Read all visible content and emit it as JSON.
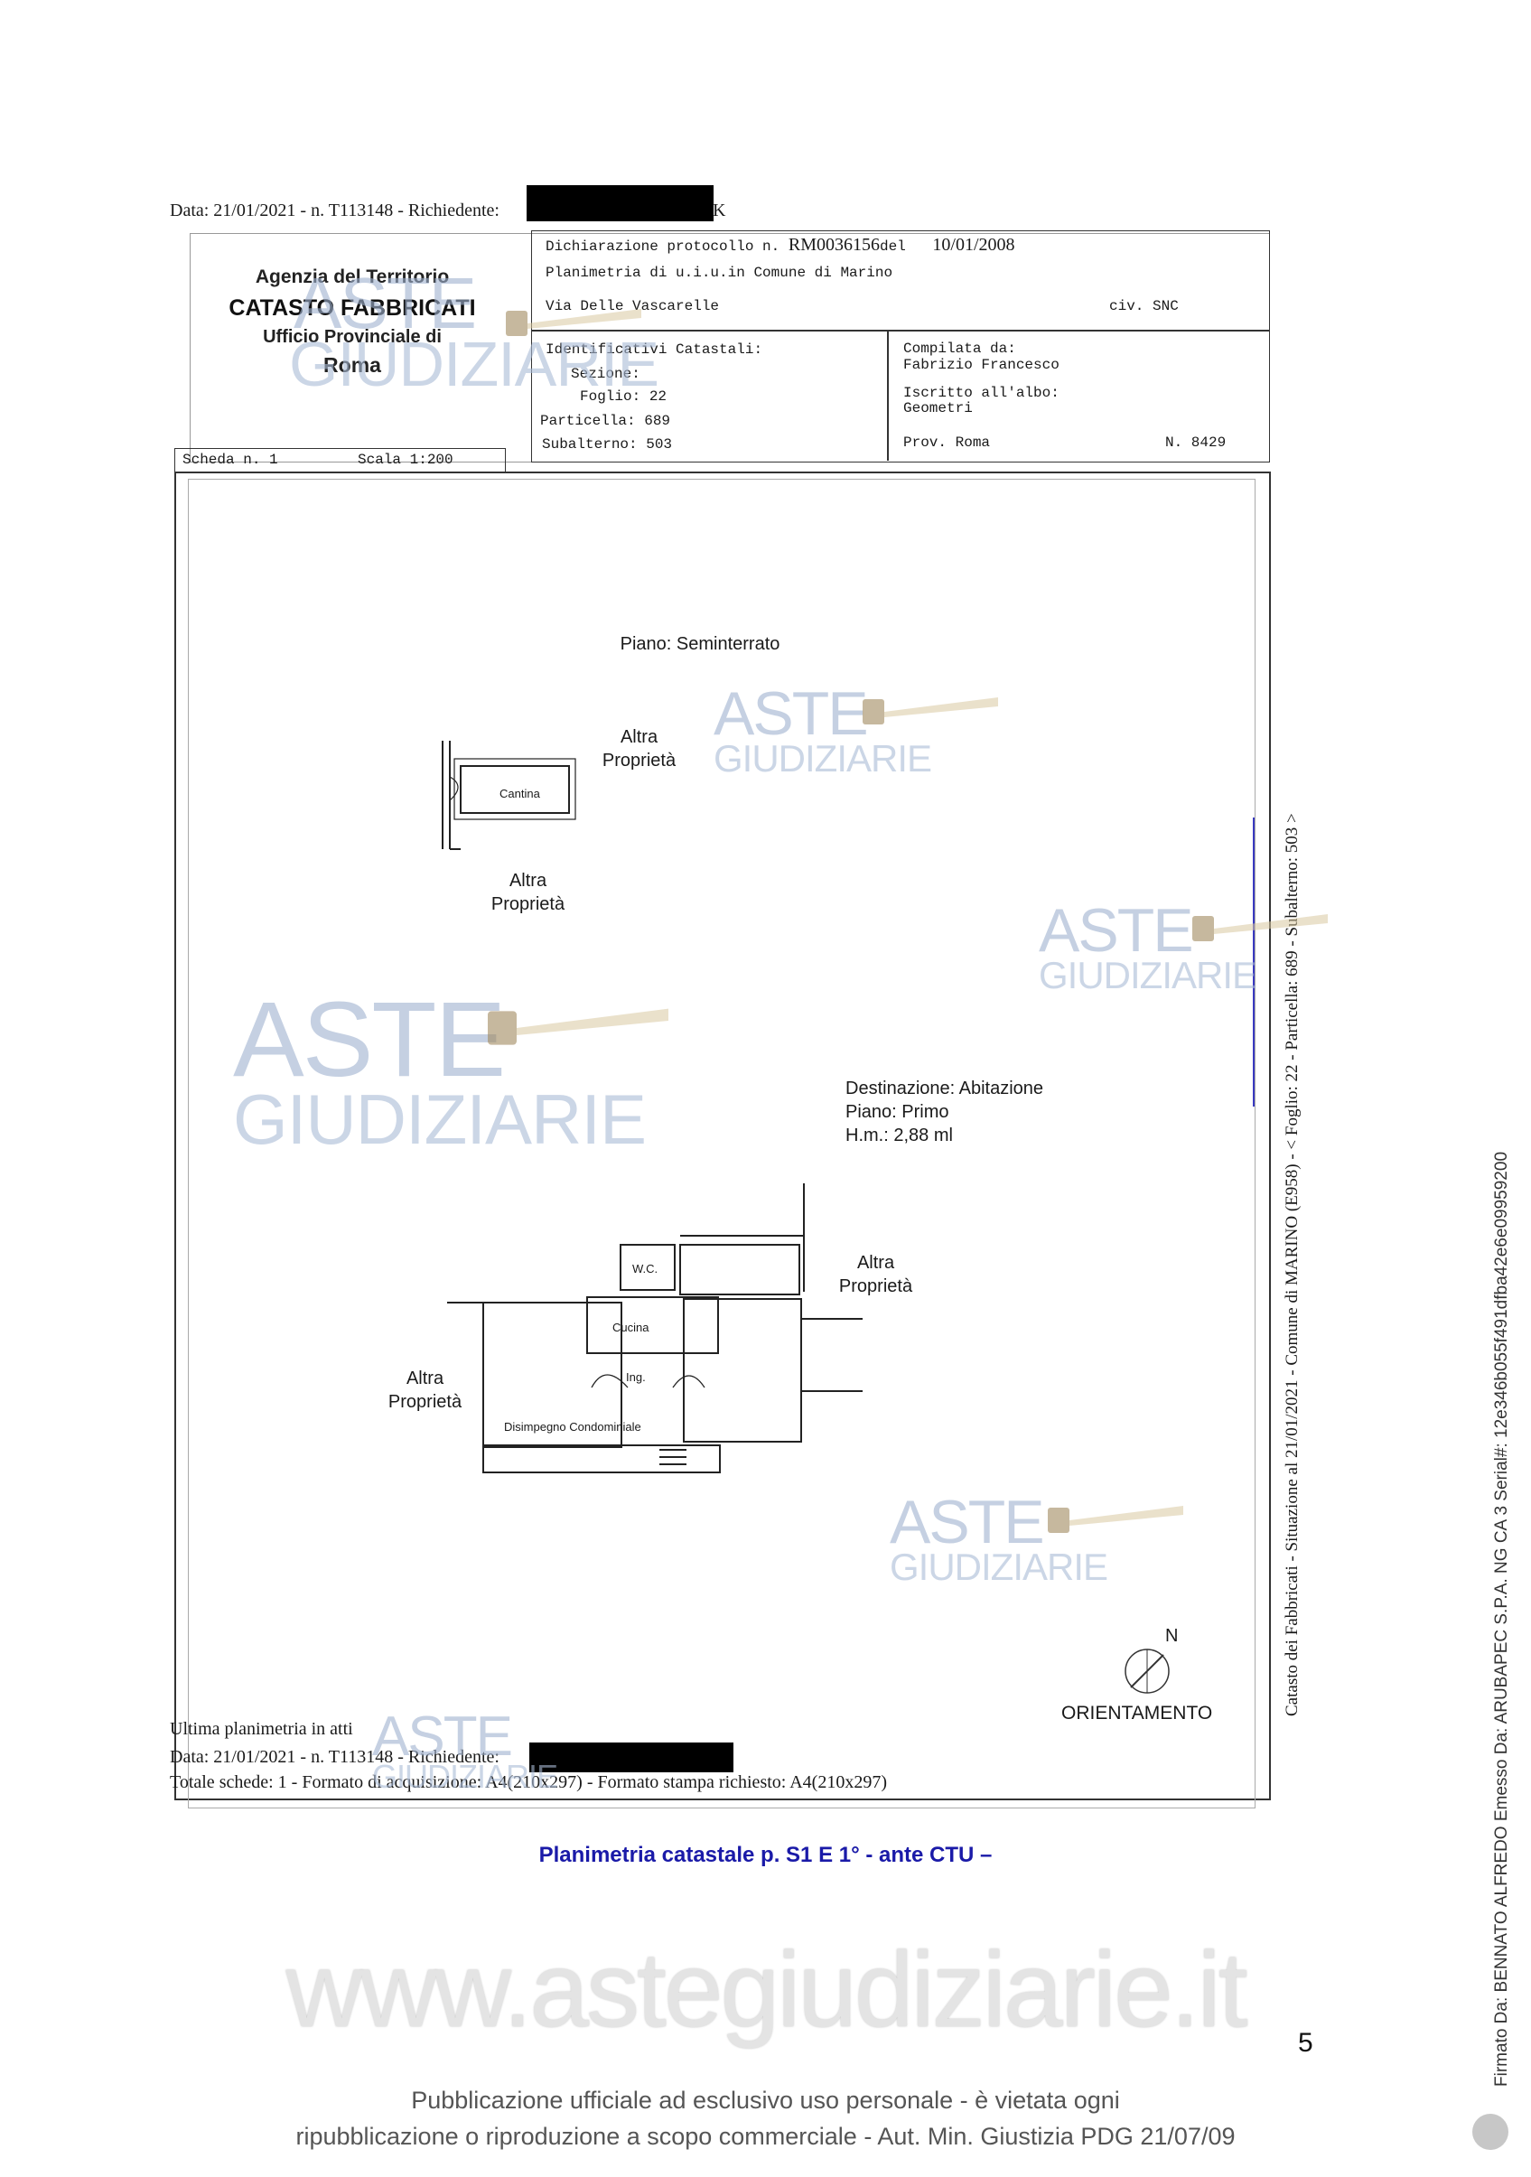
{
  "header_line": "Data: 21/01/2021 - n. T113148 - Richiedente:",
  "header_tail": "K",
  "agency": {
    "line1": "Agenzia del Territorio",
    "line2": "CATASTO FABBRICATI",
    "line3": "Ufficio Provinciale di",
    "line4": "Roma"
  },
  "declaration": {
    "protocol_label": "Dichiarazione protocollo n.",
    "protocol_number": "RM0036156",
    "del_label": "del",
    "date": "10/01/2008",
    "planimetria": "Planimetria di u.i.u.in Comune di Marino",
    "address": "Via Delle Vascarelle",
    "civ": "civ. SNC"
  },
  "identifiers": {
    "title": "Identificativi Catastali:",
    "sezione": "Sezione:",
    "foglio": "Foglio: 22",
    "particella": "Particella: 689",
    "subalterno": "Subalterno: 503"
  },
  "compiler": {
    "label": "Compilata da:",
    "name": "Fabrizio Francesco",
    "albo_label": "Iscritto all'albo:",
    "albo": "Geometri",
    "prov": "Prov. Roma",
    "number": "N.  8429"
  },
  "scheda": "Scheda n. 1",
  "scala": "Scala 1:200",
  "plan": {
    "piano_seminterrato": "Piano: Seminterrato",
    "altra1": "Altra\nProprietà",
    "cantina": "Cantina",
    "destinazione": "Destinazione: Abitazione",
    "piano_primo": "Piano: Primo",
    "hm": "H.m.: 2,88 ml",
    "wc": "W.C.",
    "cucina": "Cucina",
    "ing": "Ing.",
    "disimpegno": "Disimpegno Condominiale",
    "north": "N",
    "orientamento": "ORIENTAMENTO"
  },
  "altra_proprieta": "Altra",
  "proprieta": "Proprietà",
  "side_text": "Catasto dei Fabbricati - Situazione al 21/01/2021 - Comune di MARINO (E958) - < Foglio: 22 - Particella: 689 - Subalterno: 503 >",
  "bottom_block": {
    "line1": "Ultima planimetria in atti",
    "line2": "Data: 21/01/2021 - n. T113148 - Richiedente:",
    "line3": "Totale schede: 1 - Formato di acquisizione: A4(210x297)  - Formato stampa richiesto: A4(210x297)"
  },
  "caption": "Planimetria catastale p. S1 E 1° - ante CTU –",
  "website": "www.astegiudiziarie.it",
  "page_number": "5",
  "footer": {
    "line1": "Pubblicazione ufficiale ad esclusivo uso personale - è vietata ogni",
    "line2": "ripubblicazione o riproduzione a scopo commerciale - Aut. Min. Giustizia PDG 21/07/09"
  },
  "watermark": {
    "aste": "ASTE",
    "giudiziarie": "GIUDIZIARIE"
  },
  "signature": "Firmato Da: BENNATO ALFREDO Emesso Da: ARUBAPEC S.P.A. NG CA 3 Serial#: 12e346b055f491dfba42e6e09959200"
}
